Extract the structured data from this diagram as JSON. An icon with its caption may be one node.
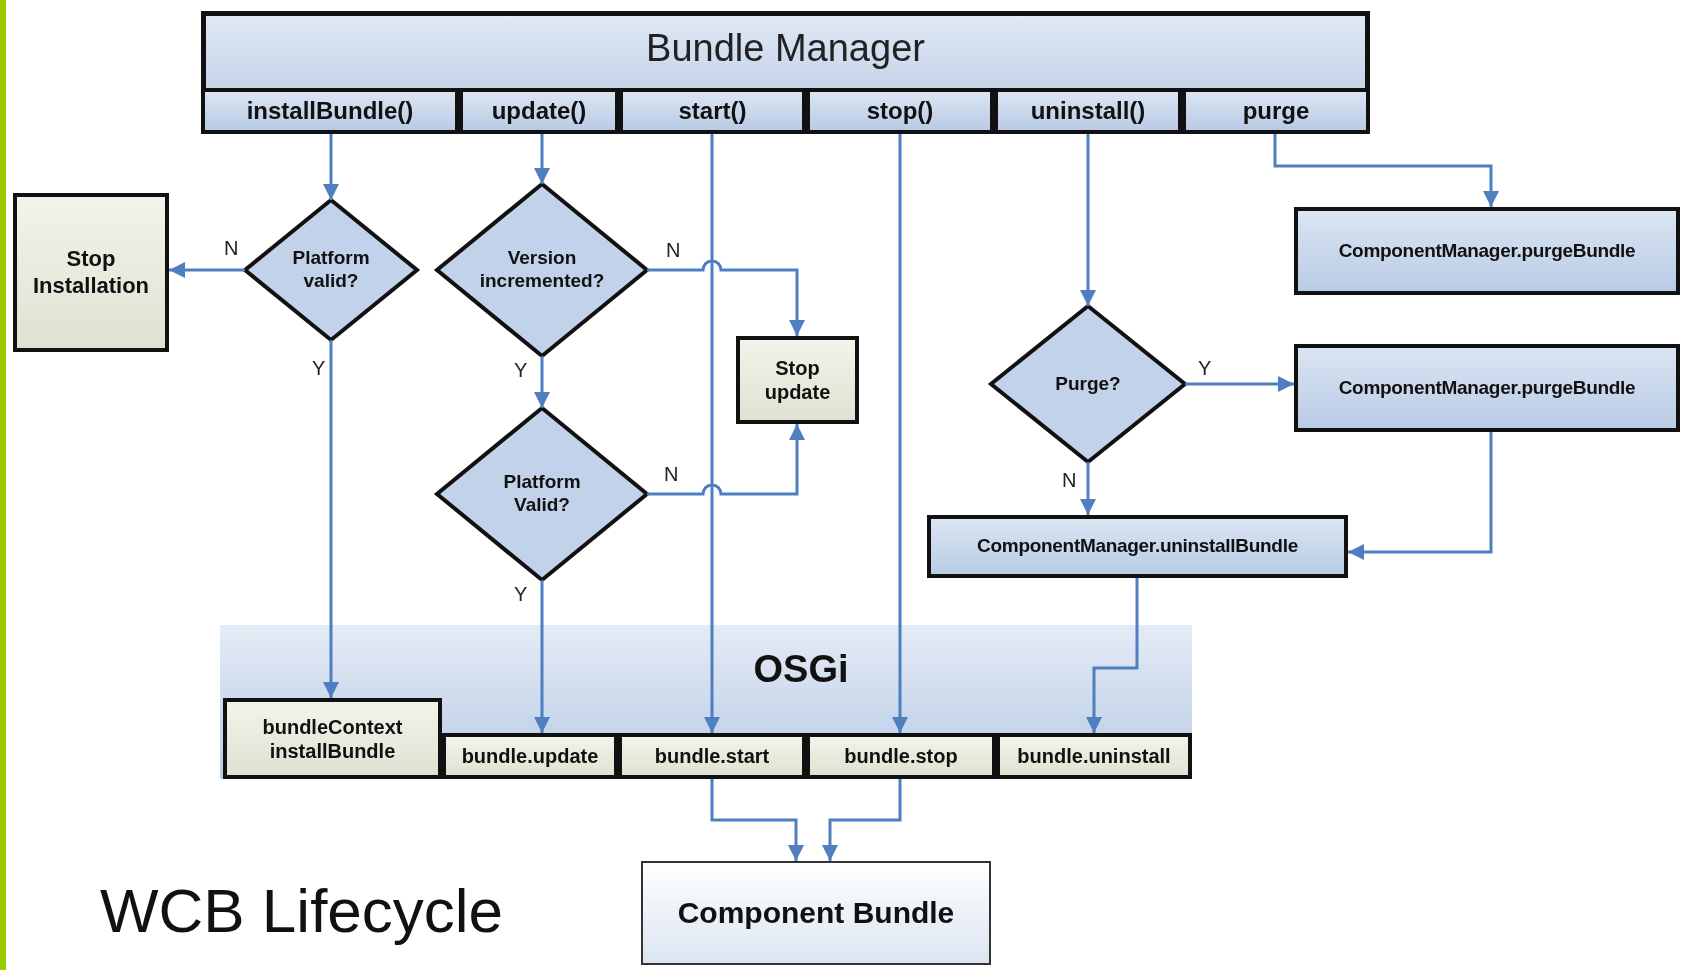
{
  "diagram": {
    "title": "WCB Lifecycle",
    "nodes": [
      {
        "text": [
          "Bundle Manager"
        ]
      },
      {
        "text": [
          "installBundle()"
        ],
        "in": 0
      },
      {
        "text": [
          "update()"
        ],
        "in": 0
      },
      {
        "text": [
          "start()"
        ],
        "in": 0
      },
      {
        "text": [
          "stop()"
        ],
        "in": 0
      },
      {
        "text": [
          "uninstall()"
        ],
        "in": 0
      },
      {
        "text": [
          "purge"
        ],
        "in": 0
      },
      {
        "text": [
          "Stop Installation"
        ]
      },
      {
        "text": [
          "Platform valid?"
        ]
      },
      {
        "text": [
          "Version incremented?"
        ]
      },
      {
        "text": [
          "Stop update"
        ]
      },
      {
        "text": [
          "Platform Valid?"
        ]
      },
      {
        "text": [
          "ComponentManager.purgeBundle"
        ]
      },
      {
        "text": [
          "Purge?"
        ]
      },
      {
        "text": [
          "ComponentManager.purgeBundle"
        ]
      },
      {
        "text": [
          "ComponentManager.uninstallBundle"
        ]
      },
      {
        "text": [
          "OSGi"
        ]
      },
      {
        "text": [
          "bundleContext installBundle"
        ],
        "in": 16
      },
      {
        "text": [
          "bundle.update"
        ],
        "in": 16
      },
      {
        "text": [
          "bundle.start"
        ],
        "in": 16
      },
      {
        "text": [
          "bundle.stop"
        ],
        "in": 16
      },
      {
        "text": [
          "bundle.uninstall"
        ],
        "in": 16
      },
      {
        "text": [
          "Component Bundle"
        ]
      }
    ],
    "edges": [
      {
        "from": 1,
        "to": 8,
        "arrow": "to"
      },
      {
        "from": 8,
        "to": 7,
        "arrow": "to",
        "label": "N"
      },
      {
        "from": 8,
        "to": 17,
        "arrow": "to",
        "label": "Y"
      },
      {
        "from": 2,
        "to": 9,
        "arrow": "to"
      },
      {
        "from": 9,
        "to": 10,
        "arrow": "to",
        "label": "N"
      },
      {
        "from": 9,
        "to": 11,
        "arrow": "to",
        "label": "Y"
      },
      {
        "from": 11,
        "to": 10,
        "arrow": "to",
        "label": "N"
      },
      {
        "from": 11,
        "to": 18,
        "arrow": "to",
        "label": "Y"
      },
      {
        "from": 3,
        "to": 19,
        "arrow": "to"
      },
      {
        "from": 4,
        "to": 20,
        "arrow": "to"
      },
      {
        "from": 5,
        "to": 13,
        "arrow": "to"
      },
      {
        "from": 6,
        "to": 12,
        "arrow": "to"
      },
      {
        "from": 13,
        "to": 14,
        "arrow": "to",
        "label": "Y"
      },
      {
        "from": 13,
        "to": 15,
        "arrow": "to",
        "label": "N"
      },
      {
        "from": 14,
        "to": 15,
        "arrow": "to"
      },
      {
        "from": 15,
        "to": 21,
        "arrow": "to"
      },
      {
        "from": 19,
        "to": 22,
        "arrow": "to"
      },
      {
        "from": 20,
        "to": 22,
        "arrow": "to"
      }
    ]
  }
}
